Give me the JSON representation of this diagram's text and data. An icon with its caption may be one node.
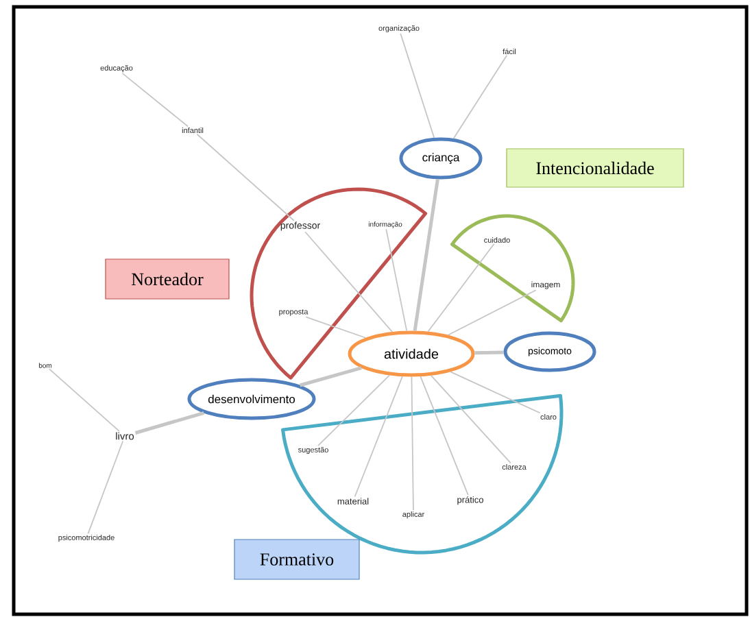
{
  "diagram": {
    "nodes": [
      {
        "text": [
          "organização"
        ]
      },
      {
        "text": [
          "fácil"
        ]
      },
      {
        "text": [
          "educação"
        ]
      },
      {
        "text": [
          "infantil"
        ]
      },
      {
        "text": [
          "criança"
        ]
      },
      {
        "text": [
          "Intencionalidade"
        ]
      },
      {
        "text": [],
        "shape": "sector"
      },
      {
        "text": [
          "professor"
        ],
        "in": 6
      },
      {
        "text": [
          "informação"
        ],
        "in": 6
      },
      {
        "text": [],
        "shape": "sector"
      },
      {
        "text": [
          "cuidado"
        ],
        "in": 9
      },
      {
        "text": [
          "Norteador"
        ]
      },
      {
        "text": [
          "imagem"
        ],
        "in": 9
      },
      {
        "text": [
          "proposta"
        ],
        "in": 6
      },
      {
        "text": [
          "atividade"
        ]
      },
      {
        "text": [
          "psicomoto"
        ]
      },
      {
        "text": [
          "bom"
        ]
      },
      {
        "text": [
          "desenvolvimento"
        ]
      },
      {
        "text": [],
        "shape": "sector"
      },
      {
        "text": [
          "claro"
        ],
        "in": 18
      },
      {
        "text": [
          "livro"
        ]
      },
      {
        "text": [
          "sugestão"
        ],
        "in": 18
      },
      {
        "text": [
          "clareza"
        ],
        "in": 18
      },
      {
        "text": [
          "material"
        ],
        "in": 18
      },
      {
        "text": [
          "prático"
        ],
        "in": 18
      },
      {
        "text": [
          "aplicar"
        ],
        "in": 18
      },
      {
        "text": [
          "psicomotricidade"
        ]
      },
      {
        "text": [
          "Formativo"
        ]
      }
    ],
    "edges": [
      {
        "from": 0,
        "to": 4,
        "arrow": "none"
      },
      {
        "from": 1,
        "to": 4,
        "arrow": "none"
      },
      {
        "from": 4,
        "to": 14,
        "arrow": "none",
        "style": "thick"
      },
      {
        "from": 2,
        "to": 3,
        "arrow": "none"
      },
      {
        "from": 3,
        "to": 7,
        "arrow": "none"
      },
      {
        "from": 7,
        "to": 14,
        "arrow": "none"
      },
      {
        "from": 8,
        "to": 14,
        "arrow": "none"
      },
      {
        "from": 13,
        "to": 14,
        "arrow": "none"
      },
      {
        "from": 10,
        "to": 14,
        "arrow": "none"
      },
      {
        "from": 12,
        "to": 14,
        "arrow": "none"
      },
      {
        "from": 14,
        "to": 15,
        "arrow": "none",
        "style": "thick"
      },
      {
        "from": 14,
        "to": 17,
        "arrow": "none",
        "style": "thick"
      },
      {
        "from": 17,
        "to": 20,
        "arrow": "none",
        "style": "thick"
      },
      {
        "from": 16,
        "to": 20,
        "arrow": "none"
      },
      {
        "from": 26,
        "to": 20,
        "arrow": "none"
      },
      {
        "from": 14,
        "to": 19,
        "arrow": "none"
      },
      {
        "from": 14,
        "to": 21,
        "arrow": "none"
      },
      {
        "from": 14,
        "to": 22,
        "arrow": "none"
      },
      {
        "from": 14,
        "to": 23,
        "arrow": "none"
      },
      {
        "from": 14,
        "to": 24,
        "arrow": "none"
      },
      {
        "from": 14,
        "to": 25,
        "arrow": "none"
      }
    ]
  }
}
